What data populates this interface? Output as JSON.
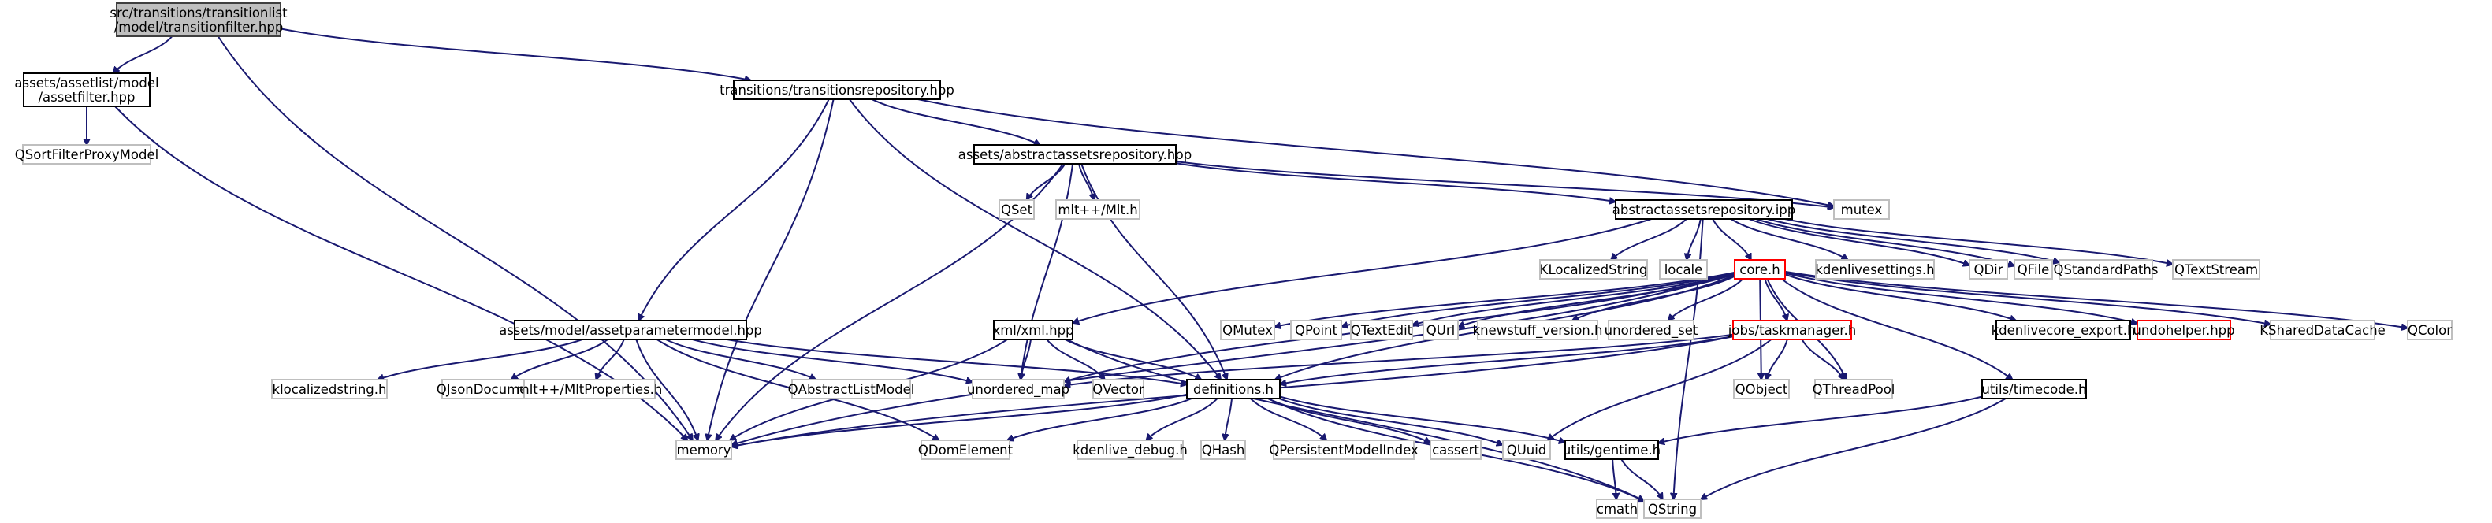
{
  "diagram": {
    "title": "",
    "colors": {
      "edge": "#191970",
      "root_fill": "#bfbfbf",
      "root_border": "#404040",
      "doc_border": "#000000",
      "missing_border": "#ff0000",
      "external_border": "#bfbfbf"
    },
    "nodes": [
      {
        "id": "root",
        "label": [
          "src/transitions/transitionlist",
          "/model/transitionfilter.hpp"
        ],
        "kind": "root"
      },
      {
        "id": "assetfilter",
        "label": [
          "assets/assetlist/model",
          "/assetfilter.hpp"
        ],
        "kind": "doc"
      },
      {
        "id": "transrepo",
        "label": [
          "transitions/transitionsrepository.hpp"
        ],
        "kind": "doc"
      },
      {
        "id": "qsortfilter",
        "label": [
          "QSortFilterProxyModel"
        ],
        "kind": "external"
      },
      {
        "id": "absrepo",
        "label": [
          "assets/abstractassetsrepository.hpp"
        ],
        "kind": "doc"
      },
      {
        "id": "qset",
        "label": [
          "QSet"
        ],
        "kind": "external"
      },
      {
        "id": "mlt",
        "label": [
          "mlt++/Mlt.h"
        ],
        "kind": "external"
      },
      {
        "id": "absipp",
        "label": [
          "abstractassetsrepository.ipp"
        ],
        "kind": "doc"
      },
      {
        "id": "mutex",
        "label": [
          "mutex"
        ],
        "kind": "external"
      },
      {
        "id": "klocstr",
        "label": [
          "KLocalizedString"
        ],
        "kind": "external"
      },
      {
        "id": "locale",
        "label": [
          "locale"
        ],
        "kind": "external"
      },
      {
        "id": "core",
        "label": [
          "core.h"
        ],
        "kind": "missing"
      },
      {
        "id": "kdenlivesettings",
        "label": [
          "kdenlivesettings.h"
        ],
        "kind": "external"
      },
      {
        "id": "qdir",
        "label": [
          "QDir"
        ],
        "kind": "external"
      },
      {
        "id": "qfile",
        "label": [
          "QFile"
        ],
        "kind": "external"
      },
      {
        "id": "qstdpaths",
        "label": [
          "QStandardPaths"
        ],
        "kind": "external"
      },
      {
        "id": "qtextstream",
        "label": [
          "QTextStream"
        ],
        "kind": "external"
      },
      {
        "id": "assetparam",
        "label": [
          "assets/model/assetparametermodel.hpp"
        ],
        "kind": "doc"
      },
      {
        "id": "xml",
        "label": [
          "xml/xml.hpp"
        ],
        "kind": "doc"
      },
      {
        "id": "qmutex",
        "label": [
          "QMutex"
        ],
        "kind": "external"
      },
      {
        "id": "qpoint",
        "label": [
          "QPoint"
        ],
        "kind": "external"
      },
      {
        "id": "qtextedit",
        "label": [
          "QTextEdit"
        ],
        "kind": "external"
      },
      {
        "id": "qurl",
        "label": [
          "QUrl"
        ],
        "kind": "external"
      },
      {
        "id": "knewstuff",
        "label": [
          "knewstuff_version.h"
        ],
        "kind": "external"
      },
      {
        "id": "unordset",
        "label": [
          "unordered_set"
        ],
        "kind": "external"
      },
      {
        "id": "taskman",
        "label": [
          "jobs/taskmanager.h"
        ],
        "kind": "missing"
      },
      {
        "id": "kdenlivecore",
        "label": [
          "kdenlivecore_export.h"
        ],
        "kind": "doc"
      },
      {
        "id": "undohelper",
        "label": [
          "undohelper.hpp"
        ],
        "kind": "missing"
      },
      {
        "id": "kshared",
        "label": [
          "KSharedDataCache"
        ],
        "kind": "external"
      },
      {
        "id": "qcolor",
        "label": [
          "QColor"
        ],
        "kind": "external"
      },
      {
        "id": "klocstrh",
        "label": [
          "klocalizedstring.h"
        ],
        "kind": "external"
      },
      {
        "id": "qjsondoc",
        "label": [
          "QJsonDocument"
        ],
        "kind": "external"
      },
      {
        "id": "mltprops",
        "label": [
          "mlt++/MltProperties.h"
        ],
        "kind": "external"
      },
      {
        "id": "qabslist",
        "label": [
          "QAbstractListModel"
        ],
        "kind": "external"
      },
      {
        "id": "unordmap",
        "label": [
          "unordered_map"
        ],
        "kind": "external"
      },
      {
        "id": "qvector",
        "label": [
          "QVector"
        ],
        "kind": "external"
      },
      {
        "id": "definitions",
        "label": [
          "definitions.h"
        ],
        "kind": "doc"
      },
      {
        "id": "qobject",
        "label": [
          "QObject"
        ],
        "kind": "external"
      },
      {
        "id": "qthreadpool",
        "label": [
          "QThreadPool"
        ],
        "kind": "external"
      },
      {
        "id": "timecode",
        "label": [
          "utils/timecode.h"
        ],
        "kind": "doc"
      },
      {
        "id": "memory",
        "label": [
          "memory"
        ],
        "kind": "external"
      },
      {
        "id": "qdomelement",
        "label": [
          "QDomElement"
        ],
        "kind": "external"
      },
      {
        "id": "kdebug",
        "label": [
          "kdenlive_debug.h"
        ],
        "kind": "external"
      },
      {
        "id": "qhash",
        "label": [
          "QHash"
        ],
        "kind": "external"
      },
      {
        "id": "qpersist",
        "label": [
          "QPersistentModelIndex"
        ],
        "kind": "external"
      },
      {
        "id": "cassert",
        "label": [
          "cassert"
        ],
        "kind": "external"
      },
      {
        "id": "quuid",
        "label": [
          "QUuid"
        ],
        "kind": "external"
      },
      {
        "id": "gentime",
        "label": [
          "utils/gentime.h"
        ],
        "kind": "doc"
      },
      {
        "id": "cmath",
        "label": [
          "cmath"
        ],
        "kind": "external"
      },
      {
        "id": "qstring",
        "label": [
          "QString"
        ],
        "kind": "external"
      }
    ],
    "edges": [
      [
        "root",
        "assetfilter"
      ],
      [
        "root",
        "transrepo"
      ],
      [
        "root",
        "memory"
      ],
      [
        "assetfilter",
        "qsortfilter"
      ],
      [
        "assetfilter",
        "memory"
      ],
      [
        "transrepo",
        "absrepo"
      ],
      [
        "transrepo",
        "assetparam"
      ],
      [
        "transrepo",
        "definitions"
      ],
      [
        "transrepo",
        "memory"
      ],
      [
        "transrepo",
        "mutex"
      ],
      [
        "absrepo",
        "qset"
      ],
      [
        "absrepo",
        "mlt"
      ],
      [
        "absrepo",
        "absipp"
      ],
      [
        "absrepo",
        "mutex"
      ],
      [
        "absrepo",
        "definitions"
      ],
      [
        "absrepo",
        "memory"
      ],
      [
        "absrepo",
        "unordmap"
      ],
      [
        "absipp",
        "klocstr"
      ],
      [
        "absipp",
        "locale"
      ],
      [
        "absipp",
        "core"
      ],
      [
        "absipp",
        "kdenlivesettings"
      ],
      [
        "absipp",
        "qdir"
      ],
      [
        "absipp",
        "qfile"
      ],
      [
        "absipp",
        "qstdpaths"
      ],
      [
        "absipp",
        "qtextstream"
      ],
      [
        "absipp",
        "xml"
      ],
      [
        "absipp",
        "qstring"
      ],
      [
        "core",
        "qmutex"
      ],
      [
        "core",
        "qpoint"
      ],
      [
        "core",
        "qtextedit"
      ],
      [
        "core",
        "qurl"
      ],
      [
        "core",
        "knewstuff"
      ],
      [
        "core",
        "unordset"
      ],
      [
        "core",
        "taskman"
      ],
      [
        "core",
        "kdenlivecore"
      ],
      [
        "core",
        "undohelper"
      ],
      [
        "core",
        "kshared"
      ],
      [
        "core",
        "qcolor"
      ],
      [
        "core",
        "definitions"
      ],
      [
        "core",
        "memory"
      ],
      [
        "core",
        "unordmap"
      ],
      [
        "core",
        "qobject"
      ],
      [
        "core",
        "qthreadpool"
      ],
      [
        "core",
        "timecode"
      ],
      [
        "xml",
        "unordmap"
      ],
      [
        "xml",
        "qvector"
      ],
      [
        "xml",
        "definitions"
      ],
      [
        "xml",
        "qstring"
      ],
      [
        "xml",
        "memory"
      ],
      [
        "assetparam",
        "klocstrh"
      ],
      [
        "assetparam",
        "qjsondoc"
      ],
      [
        "assetparam",
        "mltprops"
      ],
      [
        "assetparam",
        "qabslist"
      ],
      [
        "assetparam",
        "unordmap"
      ],
      [
        "assetparam",
        "definitions"
      ],
      [
        "assetparam",
        "memory"
      ],
      [
        "assetparam",
        "qdomelement"
      ],
      [
        "taskman",
        "definitions"
      ],
      [
        "taskman",
        "qobject"
      ],
      [
        "taskman",
        "qthreadpool"
      ],
      [
        "taskman",
        "quuid"
      ],
      [
        "taskman",
        "unordmap"
      ],
      [
        "taskman",
        "memory"
      ],
      [
        "definitions",
        "memory"
      ],
      [
        "definitions",
        "qdomelement"
      ],
      [
        "definitions",
        "kdebug"
      ],
      [
        "definitions",
        "qhash"
      ],
      [
        "definitions",
        "qpersist"
      ],
      [
        "definitions",
        "cassert"
      ],
      [
        "definitions",
        "quuid"
      ],
      [
        "definitions",
        "gentime"
      ],
      [
        "definitions",
        "qstring"
      ],
      [
        "timecode",
        "gentime"
      ],
      [
        "timecode",
        "qstring"
      ],
      [
        "gentime",
        "cmath"
      ],
      [
        "gentime",
        "qstring"
      ]
    ]
  }
}
